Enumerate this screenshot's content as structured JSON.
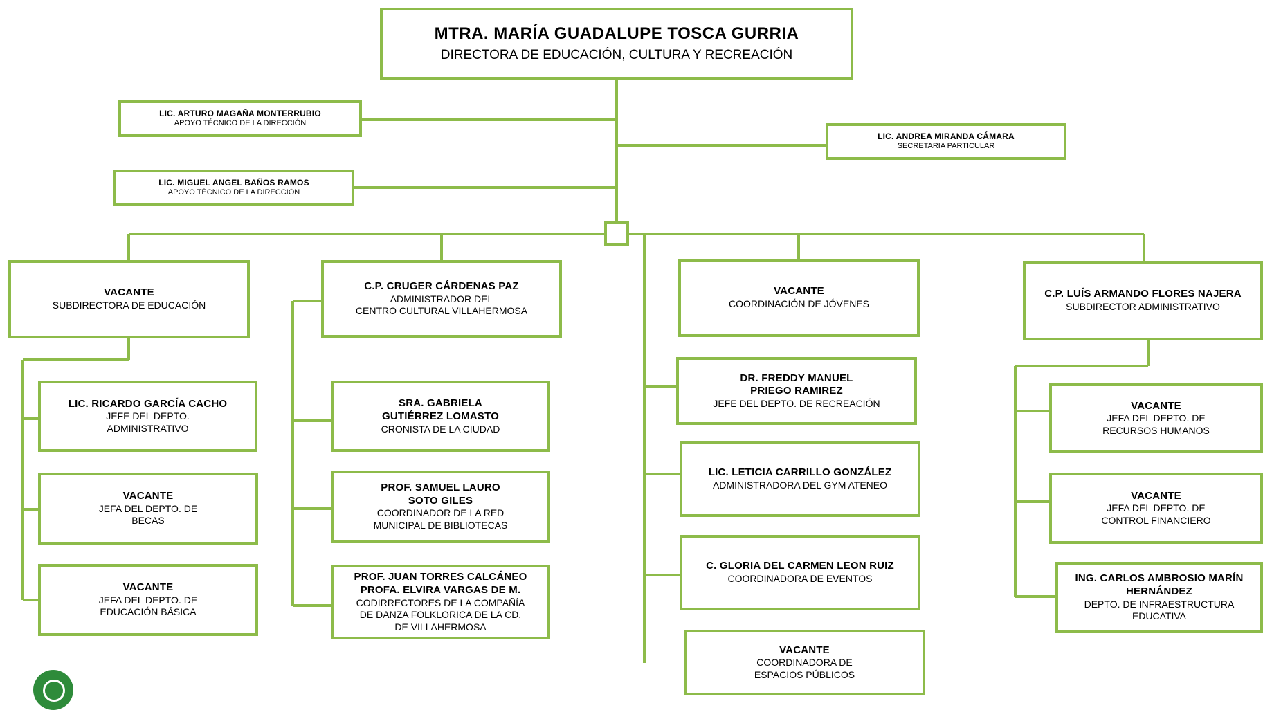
{
  "chart": {
    "director": {
      "name": "MTRA. MARÍA GUADALUPE TOSCA GURRIA",
      "role": "DIRECTORA DE EDUCACIÓN, CULTURA Y RECREACIÓN"
    },
    "staff": [
      {
        "name": "LIC. ARTURO MAGAÑA MONTERRUBIO",
        "role": "APOYO TÉCNICO DE LA DIRECCIÓN"
      },
      {
        "name": "LIC. ANDREA MIRANDA CÁMARA",
        "role": "SECRETARIA PARTICULAR"
      },
      {
        "name": "LIC. MIGUEL ANGEL BAÑOS RAMOS",
        "role": "APOYO TÉCNICO DE LA DIRECCIÓN"
      }
    ],
    "branches": [
      {
        "head": {
          "name": "VACANTE",
          "role": "SUBDIRECTORA DE EDUCACIÓN"
        },
        "children": [
          {
            "name": "LIC. RICARDO GARCÍA CACHO",
            "role": "JEFE DEL DEPTO.\nADMINISTRATIVO"
          },
          {
            "name": "VACANTE",
            "role": "JEFA DEL DEPTO. DE\nBECAS"
          },
          {
            "name": "VACANTE",
            "role": "JEFA DEL DEPTO. DE\nEDUCACIÓN BÁSICA"
          }
        ]
      },
      {
        "head": {
          "name": "C.P. CRUGER CÁRDENAS PAZ",
          "role": "ADMINISTRADOR DEL\nCENTRO CULTURAL VILLAHERMOSA"
        },
        "children": [
          {
            "name": "SRA. GABRIELA\nGUTIÉRREZ LOMASTO",
            "role": "CRONISTA DE LA CIUDAD"
          },
          {
            "name": "PROF. SAMUEL LAURO\nSOTO GILES",
            "role": "COORDINADOR DE LA RED\nMUNICIPAL DE BIBLIOTECAS"
          },
          {
            "name": "PROF. JUAN TORRES CALCÁNEO\nPROFA. ELVIRA VARGAS DE M.",
            "role": "CODIRRECTORES DE LA COMPAÑÍA\nDE DANZA FOLKLORICA DE LA CD.\nDE VILLAHERMOSA"
          }
        ]
      },
      {
        "head": {
          "name": "VACANTE",
          "role": "COORDINACIÓN DE JÓVENES"
        },
        "children": [
          {
            "name": "DR. FREDDY MANUEL\nPRIEGO RAMIREZ",
            "role": "JEFE DEL DEPTO. DE RECREACIÓN"
          },
          {
            "name": "LIC. LETICIA CARRILLO GONZÁLEZ",
            "role": "ADMINISTRADORA DEL GYM ATENEO"
          },
          {
            "name": "C. GLORIA DEL CARMEN LEON RUIZ",
            "role": "COORDINADORA DE EVENTOS"
          },
          {
            "name": "VACANTE",
            "role": "COORDINADORA DE\nESPACIOS PÚBLICOS"
          }
        ]
      },
      {
        "head": {
          "name": "C.P. LUÍS ARMANDO FLORES NAJERA",
          "role": "SUBDIRECTOR ADMINISTRATIVO"
        },
        "children": [
          {
            "name": "VACANTE",
            "role": "JEFA DEL DEPTO. DE\nRECURSOS HUMANOS"
          },
          {
            "name": "VACANTE",
            "role": "JEFA DEL DEPTO. DE\nCONTROL FINANCIERO"
          },
          {
            "name": "ING. CARLOS AMBROSIO MARÍN\nHERNÁNDEZ",
            "role": "DEPTO. DE INFRAESTRUCTURA\nEDUCATIVA"
          }
        ]
      }
    ]
  },
  "colors": {
    "line": "#8dbb4a",
    "logo": "#2e8b3a"
  }
}
